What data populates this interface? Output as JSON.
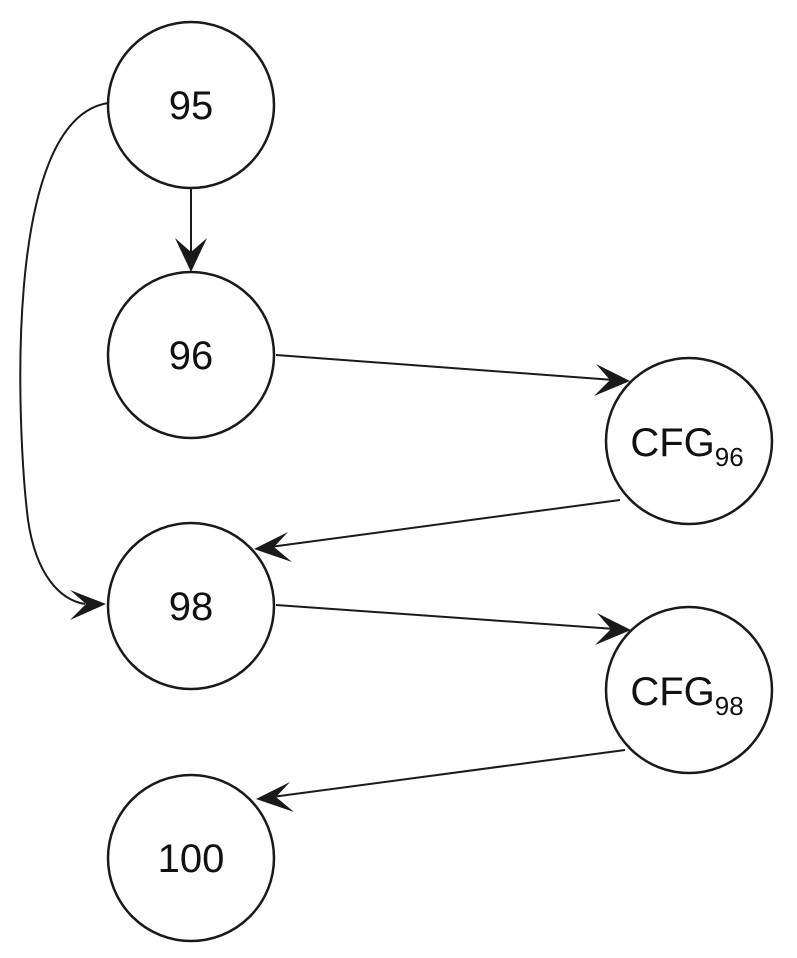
{
  "diagram": {
    "nodes": {
      "n95": {
        "label": "95"
      },
      "n96": {
        "label": "96"
      },
      "n98": {
        "label": "98"
      },
      "n100": {
        "label": "100"
      },
      "cfg96": {
        "label": "CFG",
        "subscript": "96"
      },
      "cfg98": {
        "label": "CFG",
        "subscript": "98"
      }
    },
    "edges": [
      {
        "from": "95",
        "to": "96"
      },
      {
        "from": "95",
        "to": "98"
      },
      {
        "from": "96",
        "to": "CFG96"
      },
      {
        "from": "CFG96",
        "to": "98"
      },
      {
        "from": "98",
        "to": "CFG98"
      },
      {
        "from": "CFG98",
        "to": "100"
      }
    ]
  }
}
